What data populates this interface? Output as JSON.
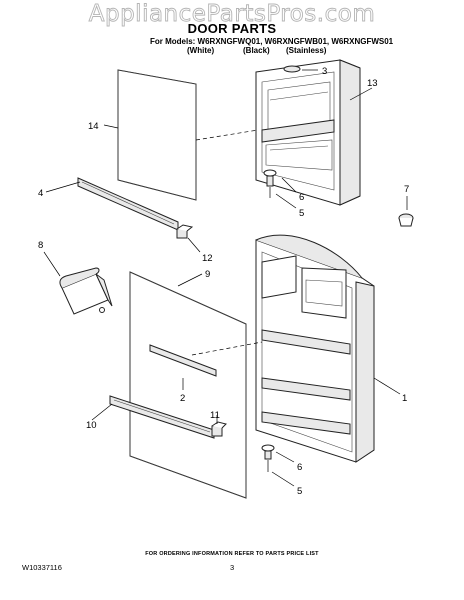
{
  "watermark": "AppliancePartsPros.com",
  "header": {
    "title": "DOOR PARTS",
    "models_line": "For Models: W6RXNGFWQ01, W6RXNGFWB01, W6RXNGFWS01",
    "colors": [
      "(White)",
      "(Black)",
      "(Stainless)"
    ]
  },
  "callouts": [
    "3",
    "13",
    "14",
    "6",
    "5",
    "7",
    "4",
    "12",
    "8",
    "9",
    "1",
    "2",
    "11",
    "10",
    "6",
    "5"
  ],
  "footer": {
    "note": "FOR ORDERING INFORMATION REFER TO PARTS PRICE LIST",
    "doc_id": "W10337116",
    "page": "3"
  }
}
